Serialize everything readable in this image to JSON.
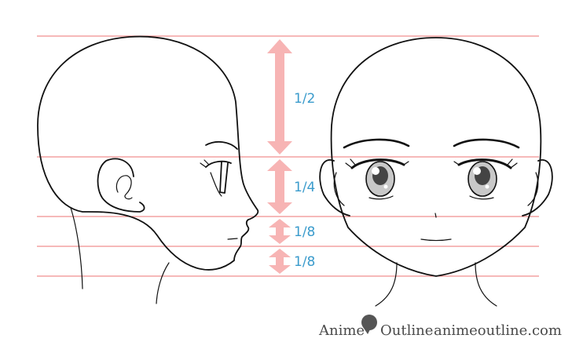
{
  "ratios": [
    "1/2",
    "1/4",
    "1/8",
    "1/8"
  ],
  "brand": {
    "left": "Anime",
    "right": "Outline"
  },
  "url": "animeoutline.com",
  "colors": {
    "guide": "#f08f8f",
    "arrow": "#f7b4b4",
    "ratio_text": "#3a9bcc",
    "ink": "#111111"
  }
}
